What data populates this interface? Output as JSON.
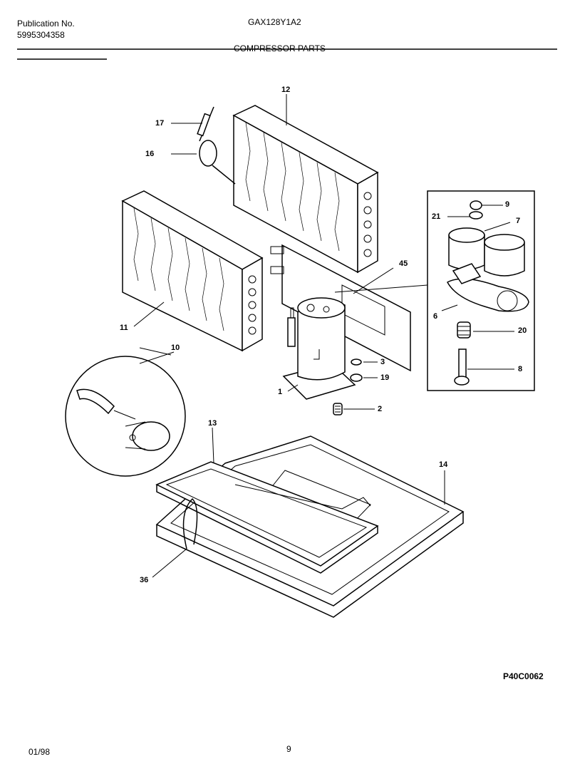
{
  "header": {
    "publication_label": "Publication No.",
    "publication_number": "5995304358",
    "model": "GAX128Y1A2",
    "section_title": "COMPRESSOR PARTS"
  },
  "callouts": {
    "c1": "1",
    "c2": "2",
    "c3": "3",
    "c6": "6",
    "c7": "7",
    "c8": "8",
    "c9": "9",
    "c10": "10",
    "c11": "11",
    "c12": "12",
    "c13": "13",
    "c14": "14",
    "c16": "16",
    "c17": "17",
    "c19": "19",
    "c20": "20",
    "c21": "21",
    "c36": "36",
    "c45": "45"
  },
  "footer": {
    "diagram_code": "P40C0062",
    "date": "01/98",
    "page": "9"
  }
}
